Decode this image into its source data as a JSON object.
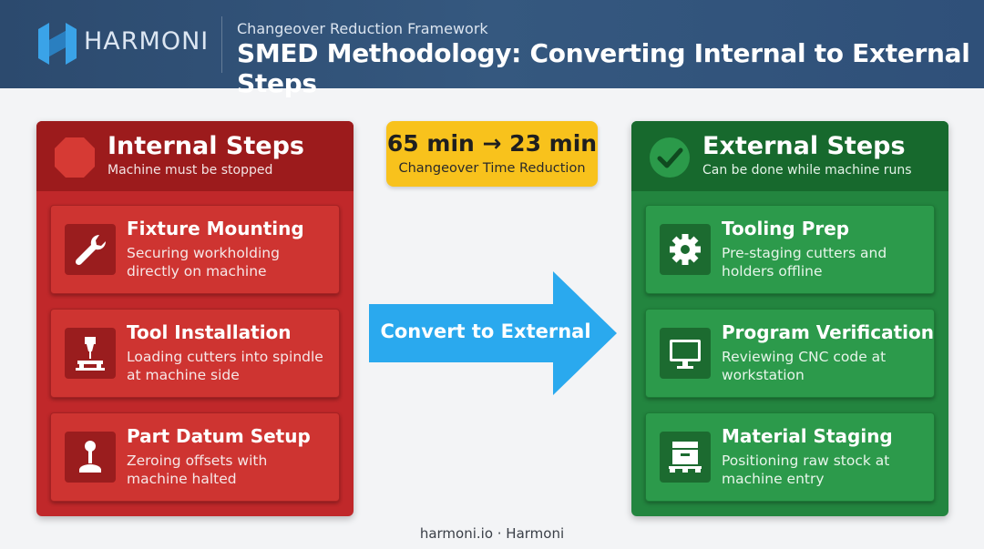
{
  "header": {
    "brand": "HARMONI",
    "subtitle": "Changeover Reduction Framework",
    "title": "SMED Methodology: Converting Internal to External Steps"
  },
  "internal": {
    "title": "Internal Steps",
    "subtitle": "Machine must be stopped",
    "icon": "stop-octagon-icon",
    "items": [
      {
        "title": "Fixture Mounting",
        "desc": "Securing workholding directly on machine",
        "icon": "wrench-icon"
      },
      {
        "title": "Tool Installation",
        "desc": "Loading cutters into spindle at machine side",
        "icon": "spindle-icon"
      },
      {
        "title": "Part Datum Setup",
        "desc": "Zeroing offsets with machine halted",
        "icon": "joystick-icon"
      }
    ]
  },
  "external": {
    "title": "External Steps",
    "subtitle": "Can be done while machine runs",
    "icon": "check-circle-icon",
    "items": [
      {
        "title": "Tooling Prep",
        "desc": "Pre-staging cutters and holders offline",
        "icon": "gear-icon"
      },
      {
        "title": "Program Verification",
        "desc": "Reviewing CNC code at workstation",
        "icon": "monitor-icon"
      },
      {
        "title": "Material Staging",
        "desc": "Positioning raw stock at machine entry",
        "icon": "pallet-icon"
      }
    ]
  },
  "stat": {
    "main": "65 min → 23 min",
    "sub": "Changeover Time Reduction"
  },
  "arrow": {
    "label": "Convert to External"
  },
  "footer": "harmoni.io · Harmoni",
  "colors": {
    "internal": "#c0282a",
    "external": "#23853f",
    "accent": "#f8c21c",
    "arrow": "#2aa9ee",
    "header": "#2f5079"
  }
}
